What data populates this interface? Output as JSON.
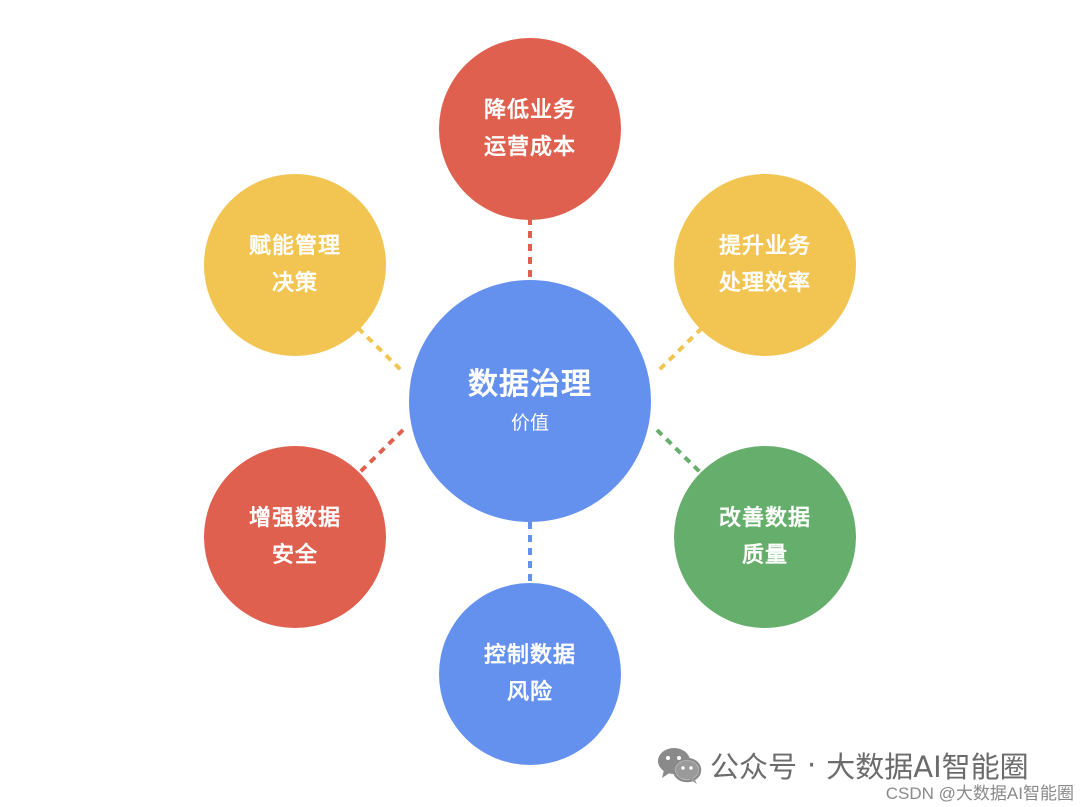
{
  "colors": {
    "red": "#E0604F",
    "yellow": "#F2C553",
    "blue": "#6591EE",
    "green": "#66AE6B",
    "watermark_text": "#6b6b6b"
  },
  "center": {
    "title": "数据治理",
    "subtitle": "价值"
  },
  "nodes": {
    "top": {
      "line1": "降低业务",
      "line2": "运营成本"
    },
    "upper_left": {
      "line1": "赋能管理",
      "line2": "决策"
    },
    "upper_right": {
      "line1": "提升业务",
      "line2": "处理效率"
    },
    "lower_left": {
      "line1": "增强数据",
      "line2": "安全"
    },
    "lower_right": {
      "line1": "改善数据",
      "line2": "质量"
    },
    "bottom": {
      "line1": "控制数据",
      "line2": "风险"
    }
  },
  "watermark": {
    "icon": "wechat-icon",
    "account": "公众号",
    "separator": "·",
    "name": "大数据AI智能圈"
  },
  "csdn_credit": "CSDN @大数据AI智能圈"
}
